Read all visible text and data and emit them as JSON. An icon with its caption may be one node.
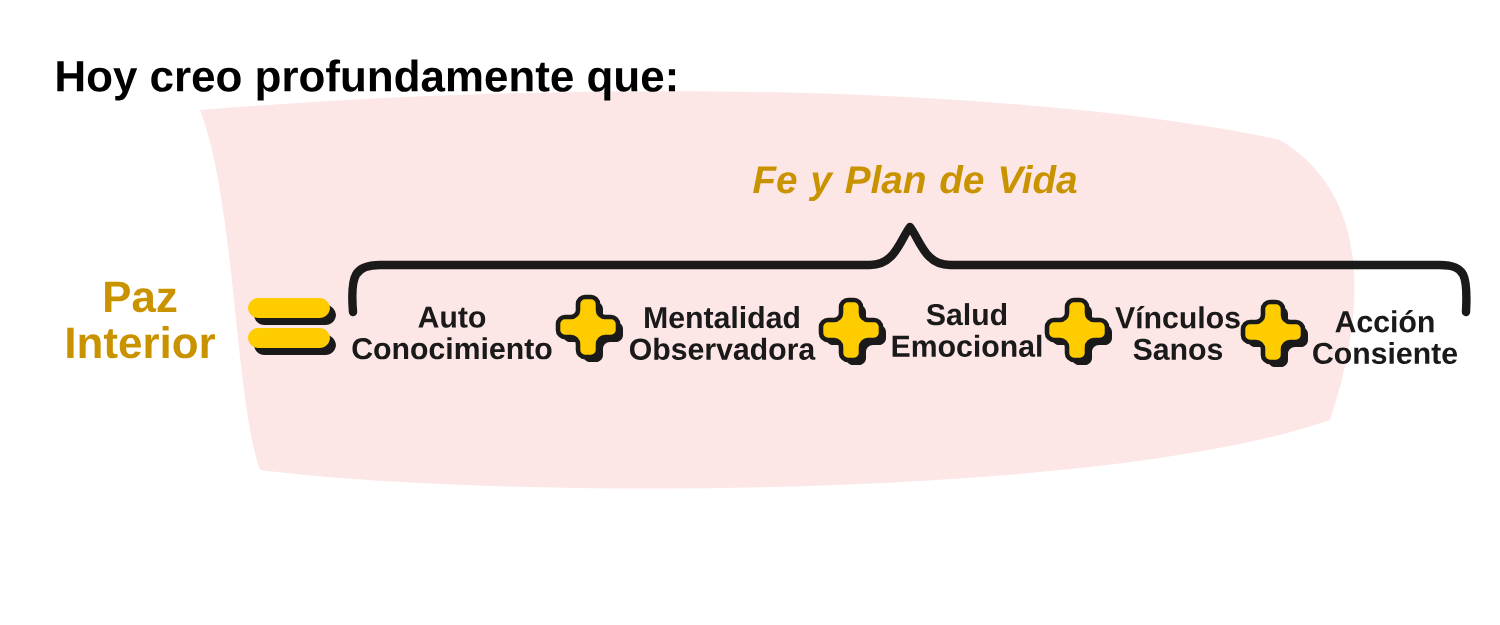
{
  "diagram": {
    "title": "Hoy creo profundamente que:",
    "labels": [
      "Fe y Plan de Vida",
      "Paz Interior",
      "Auto Conocimiento",
      "Mentalidad Observadora",
      "Salud Emocional",
      "Vínculos Sanos",
      "Acción Consiente"
    ]
  }
}
